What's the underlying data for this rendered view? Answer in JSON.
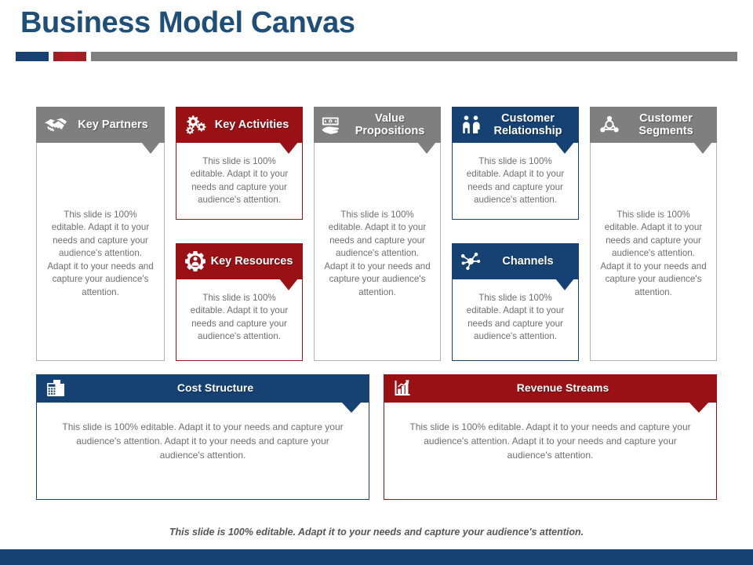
{
  "slide": {
    "title": "Business Model Canvas",
    "footer_note": "This slide is 100% editable. Adapt it to your needs and capture your audience's attention.",
    "colors": {
      "title_blue": "#1f4e79",
      "accent_blue": "#164273",
      "accent_red": "#a31f23",
      "accent_gray": "#808080",
      "header_gray": "#7f7f7f",
      "header_red": "#991114",
      "header_blue": "#164273",
      "body_text": "#6e6e6e"
    }
  },
  "body_text": {
    "short": "This slide is 100% editable. Adapt it to your needs and capture your audience's attention.",
    "long": "This slide is 100% editable. Adapt it to your needs and capture your audience's attention. Adapt it to your needs and capture your audience's attention."
  },
  "cards": [
    {
      "id": "key-partners",
      "title": "Key Partners",
      "title_lines": [
        "Key Partners"
      ],
      "icon": "handshake-icon",
      "theme": "gray",
      "body": "This slide is 100% editable. Adapt it to your needs and capture your audience's attention. Adapt it to your needs and capture your audience's attention."
    },
    {
      "id": "key-activities",
      "title": "Key Activities",
      "title_lines": [
        "Key Activities"
      ],
      "icon": "gears-icon",
      "theme": "red",
      "body": "This slide is 100% editable. Adapt it to your needs and capture your audience's attention."
    },
    {
      "id": "key-resources",
      "title": "Key Resources",
      "title_lines": [
        "Key Resources"
      ],
      "icon": "person-in-gear-icon",
      "theme": "red",
      "body": "This slide is 100% editable. Adapt it to your needs and capture your audience's attention."
    },
    {
      "id": "value-propositions",
      "title": "Value Propositions",
      "title_lines": [
        "Value",
        "Propositions"
      ],
      "icon": "money-in-hand-icon",
      "theme": "gray",
      "body": "This slide is 100% editable. Adapt it to your needs and capture your audience's attention. Adapt it to your needs and capture your audience's attention."
    },
    {
      "id": "customer-relationship",
      "title": "Customer Relationship",
      "title_lines": [
        "Customer",
        "Relationship"
      ],
      "icon": "two-people-icon",
      "theme": "blue",
      "body": "This slide is 100% editable. Adapt it to your needs and capture your audience's attention."
    },
    {
      "id": "channels",
      "title": "Channels",
      "title_lines": [
        "Channels"
      ],
      "icon": "hub-network-icon",
      "theme": "blue",
      "body": "This slide is 100% editable. Adapt it to your needs and capture your audience's attention."
    },
    {
      "id": "customer-segments",
      "title": "Customer Segments",
      "title_lines": [
        "Customer",
        "Segments"
      ],
      "icon": "network-nodes-icon",
      "theme": "gray",
      "body": "This slide is 100% editable. Adapt it to your needs and capture your audience's attention. Adapt it to your needs and capture your audience's attention."
    },
    {
      "id": "cost-structure",
      "title": "Cost Structure",
      "title_lines": [
        "Cost Structure"
      ],
      "icon": "calculator-document-icon",
      "theme": "blue",
      "body": "This slide is 100% editable. Adapt it to your needs and capture your audience's attention. Adapt it to your needs and capture your audience's attention."
    },
    {
      "id": "revenue-streams",
      "title": "Revenue Streams",
      "title_lines": [
        "Revenue Streams"
      ],
      "icon": "bar-chart-growth-icon",
      "theme": "red",
      "body": "This slide is 100% editable. Adapt it to your needs and capture your audience's attention. Adapt it to your needs and capture your audience's attention."
    }
  ]
}
